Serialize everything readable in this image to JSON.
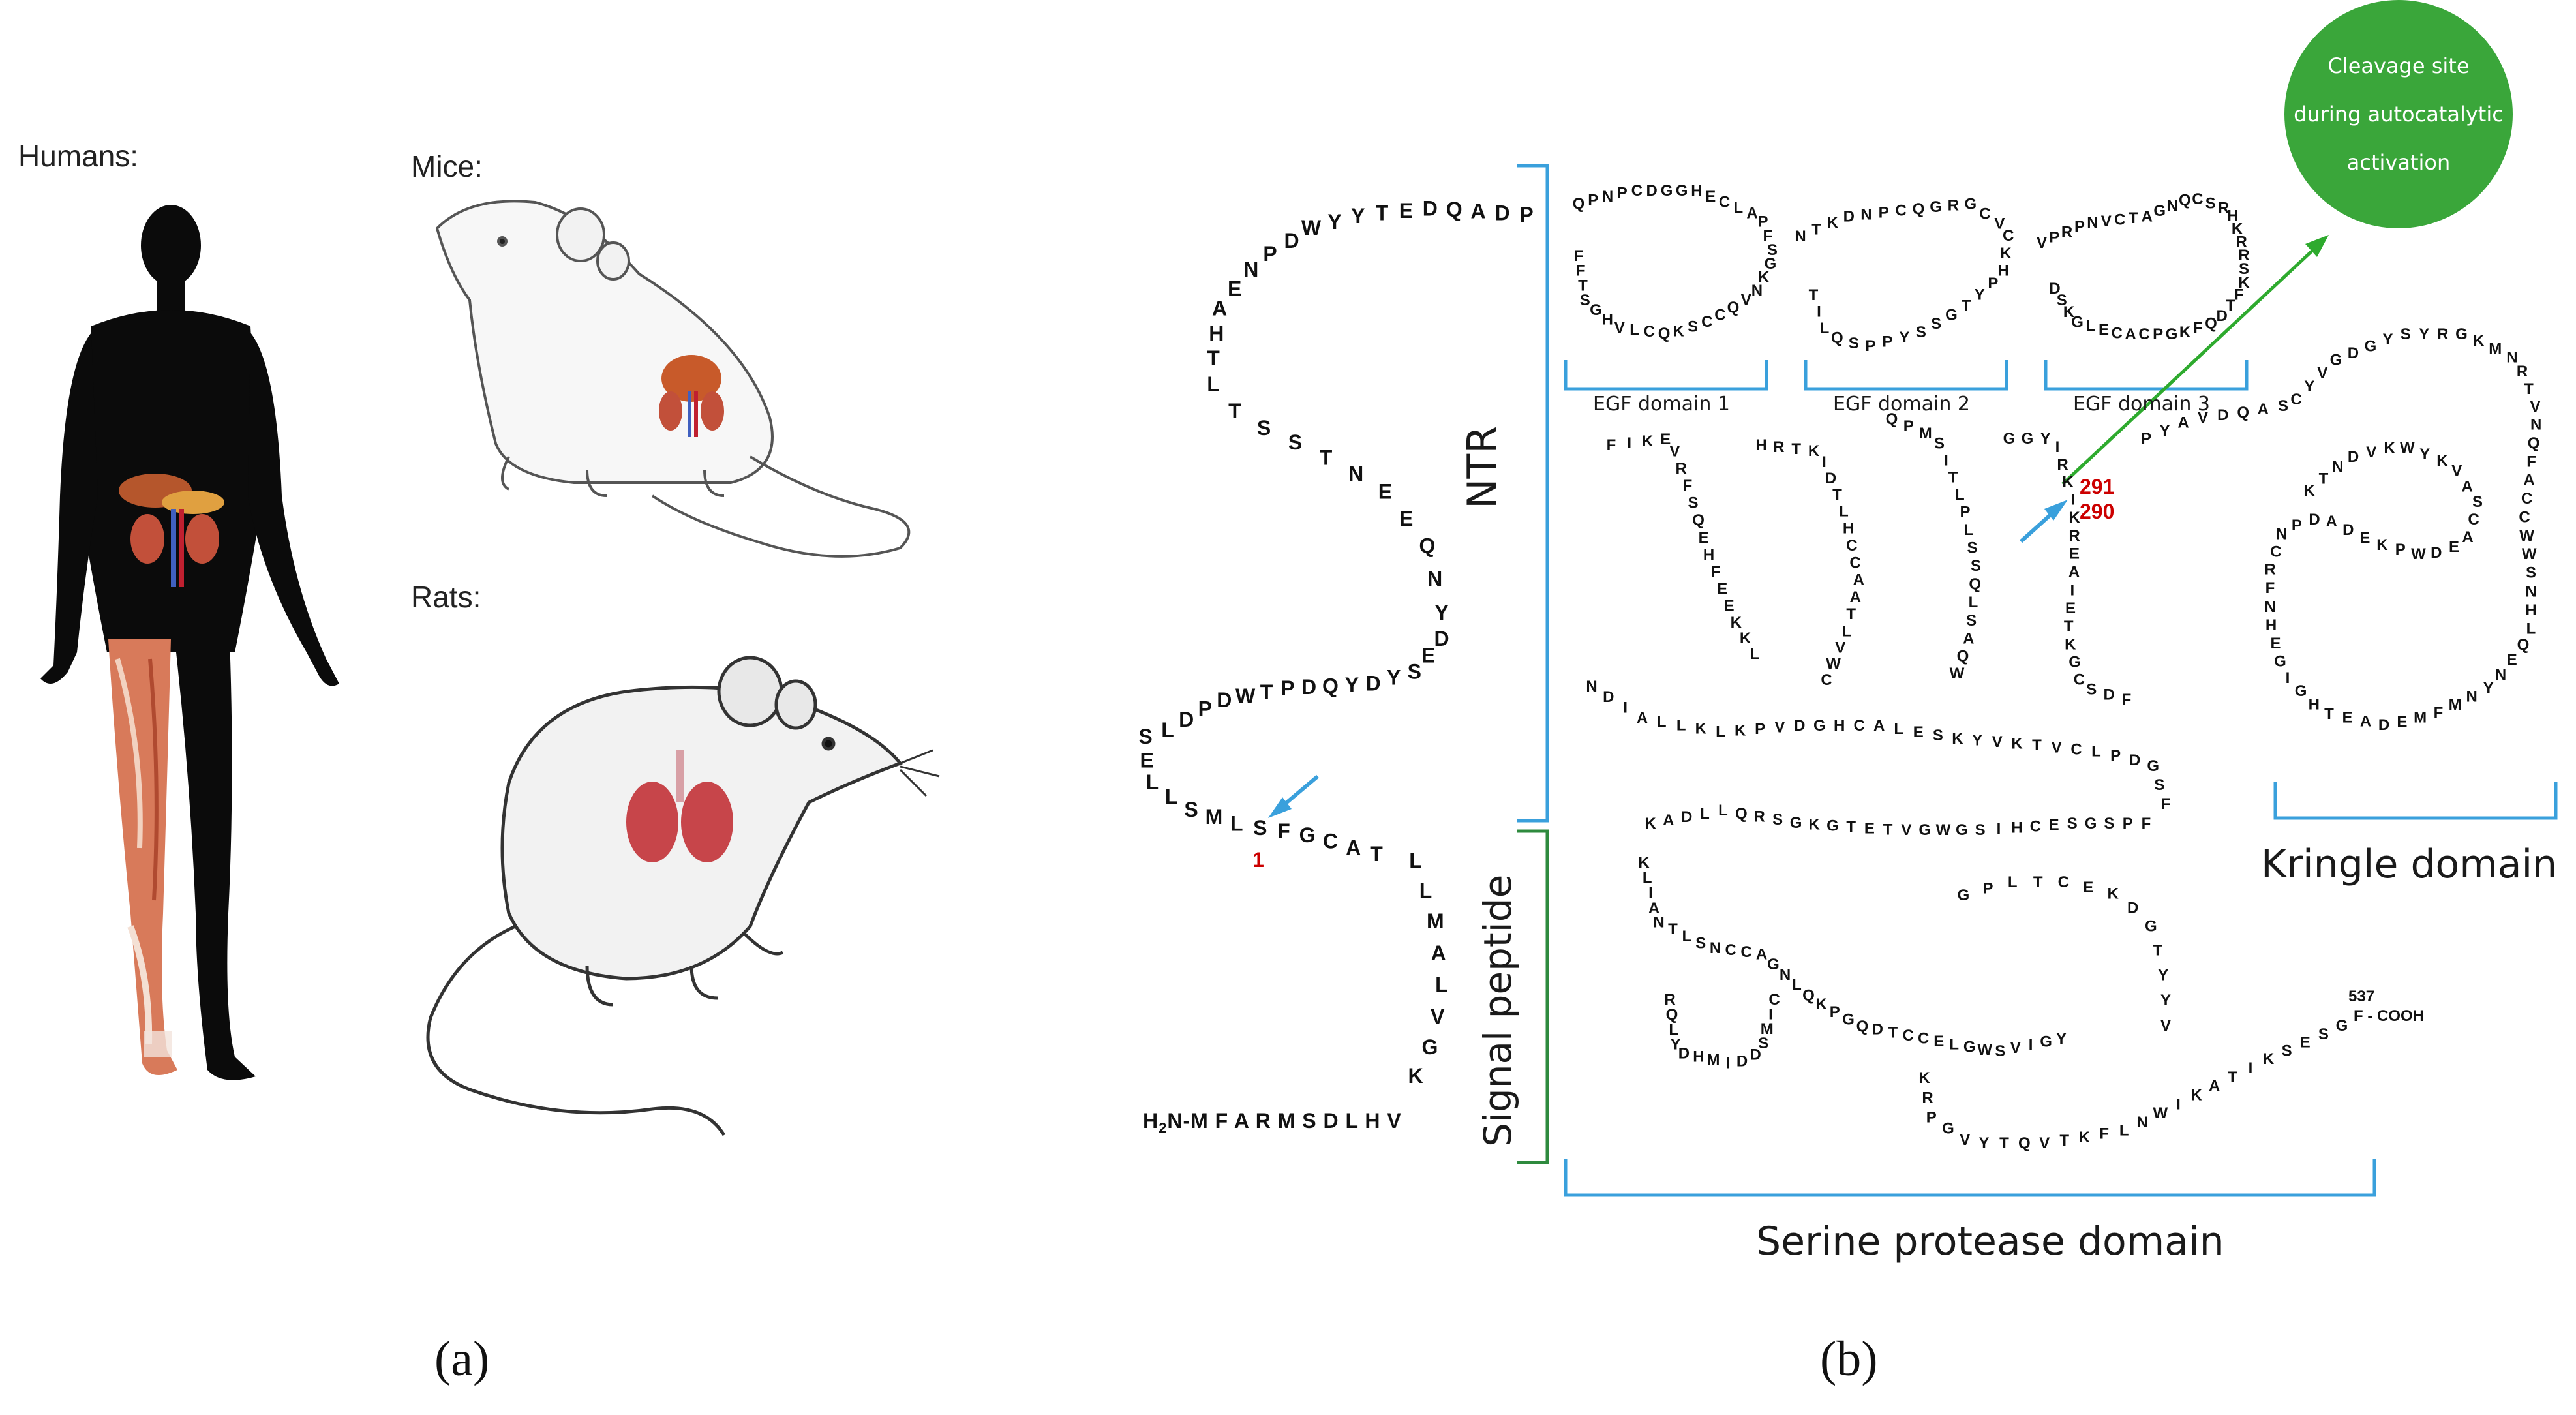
{
  "panel_a": {
    "humans_label": "Humans:",
    "mice_label": "Mice:",
    "rats_label": "Rats:",
    "letter": "(a)"
  },
  "panel_b": {
    "letter": "(b)",
    "domains": {
      "ntr": "NTR",
      "signal_peptide": "Signal peptide",
      "serine_protease": "Serine protease domain",
      "kringle": "Kringle domain",
      "egf1": "EGF domain 1",
      "egf2": "EGF domain 2",
      "egf3": "EGF domain 3"
    },
    "cleavage": {
      "line1": "Cleavage site",
      "line2": "during autocatalytic",
      "line3": "activation"
    },
    "residue_numbers": {
      "start": "1",
      "site_a": "291",
      "site_b": "290",
      "end": "537"
    },
    "termini": {
      "n_prefix": "H",
      "n_sub": "2",
      "n_suffix": "N-M F A R M S D L H V",
      "c_terminus": "F - COOH"
    },
    "sequence_segments": {
      "signal_right": "L L M A L V G K",
      "signal_top": "T A C G F S L M S L L E S",
      "ntr_lower": "L D P D W T P D Q Y D Y S E D",
      "ntr_right": "Y N Q E E N T S S T L",
      "ntr_left": "T H A E N P D",
      "ntr_top": "W Y Y T E D Q A D P",
      "egf1": "Q P N P C D G G H E C L A P F S G K N V Q C C S K Q C L V H G S T F F",
      "egf2": "N T K D N P C Q G R G C V C K H P Y T G S S Y P P S Q L I T",
      "egf3": "V P R P N V C T A G N Q C S R H K R R S K F T D Q F K G P C A C E L G K S D",
      "serine_upper_1": "F I K E V R F S Q E H F E E K K L",
      "serine_upper_2": "H R T K I D T L H C C A A T L V W C",
      "serine_upper_3": "Q P M S I T L P L S S Q L S A Q W",
      "serine_upper_4": "G G Y I R K I K R E A I E T K G C S D F",
      "serine_upper_5": "P Y A V D Q A S",
      "serine_bottom": "N D I A L L K L K P V D G H C A L E S K Y V K T V C L P D G S F",
      "serine_lower_1": "K A D L L Q R S G K G T E T V G W G S I H C E S G S P F",
      "serine_lower_2": "K L I A N T L S N C C A G N L Q K P G Q D T C C E L G W S V I G Y",
      "serine_lower_3": "R Q L Y D H M I D D S M I C",
      "serine_lower_4": "G P L T C E K D G T Y Y V",
      "serine_tail": "K R P G V Y T Q V T K F L N W I K A T I K S E S G",
      "kringle": "C Y V G D G Y S Y R G K M N R T V N Q F A C C W W S N H L Q E N Y N M F M E D A E T H G I G E H N F R C N P D A D E K P W D E A C S A V K Y W K V D N T K"
    }
  }
}
